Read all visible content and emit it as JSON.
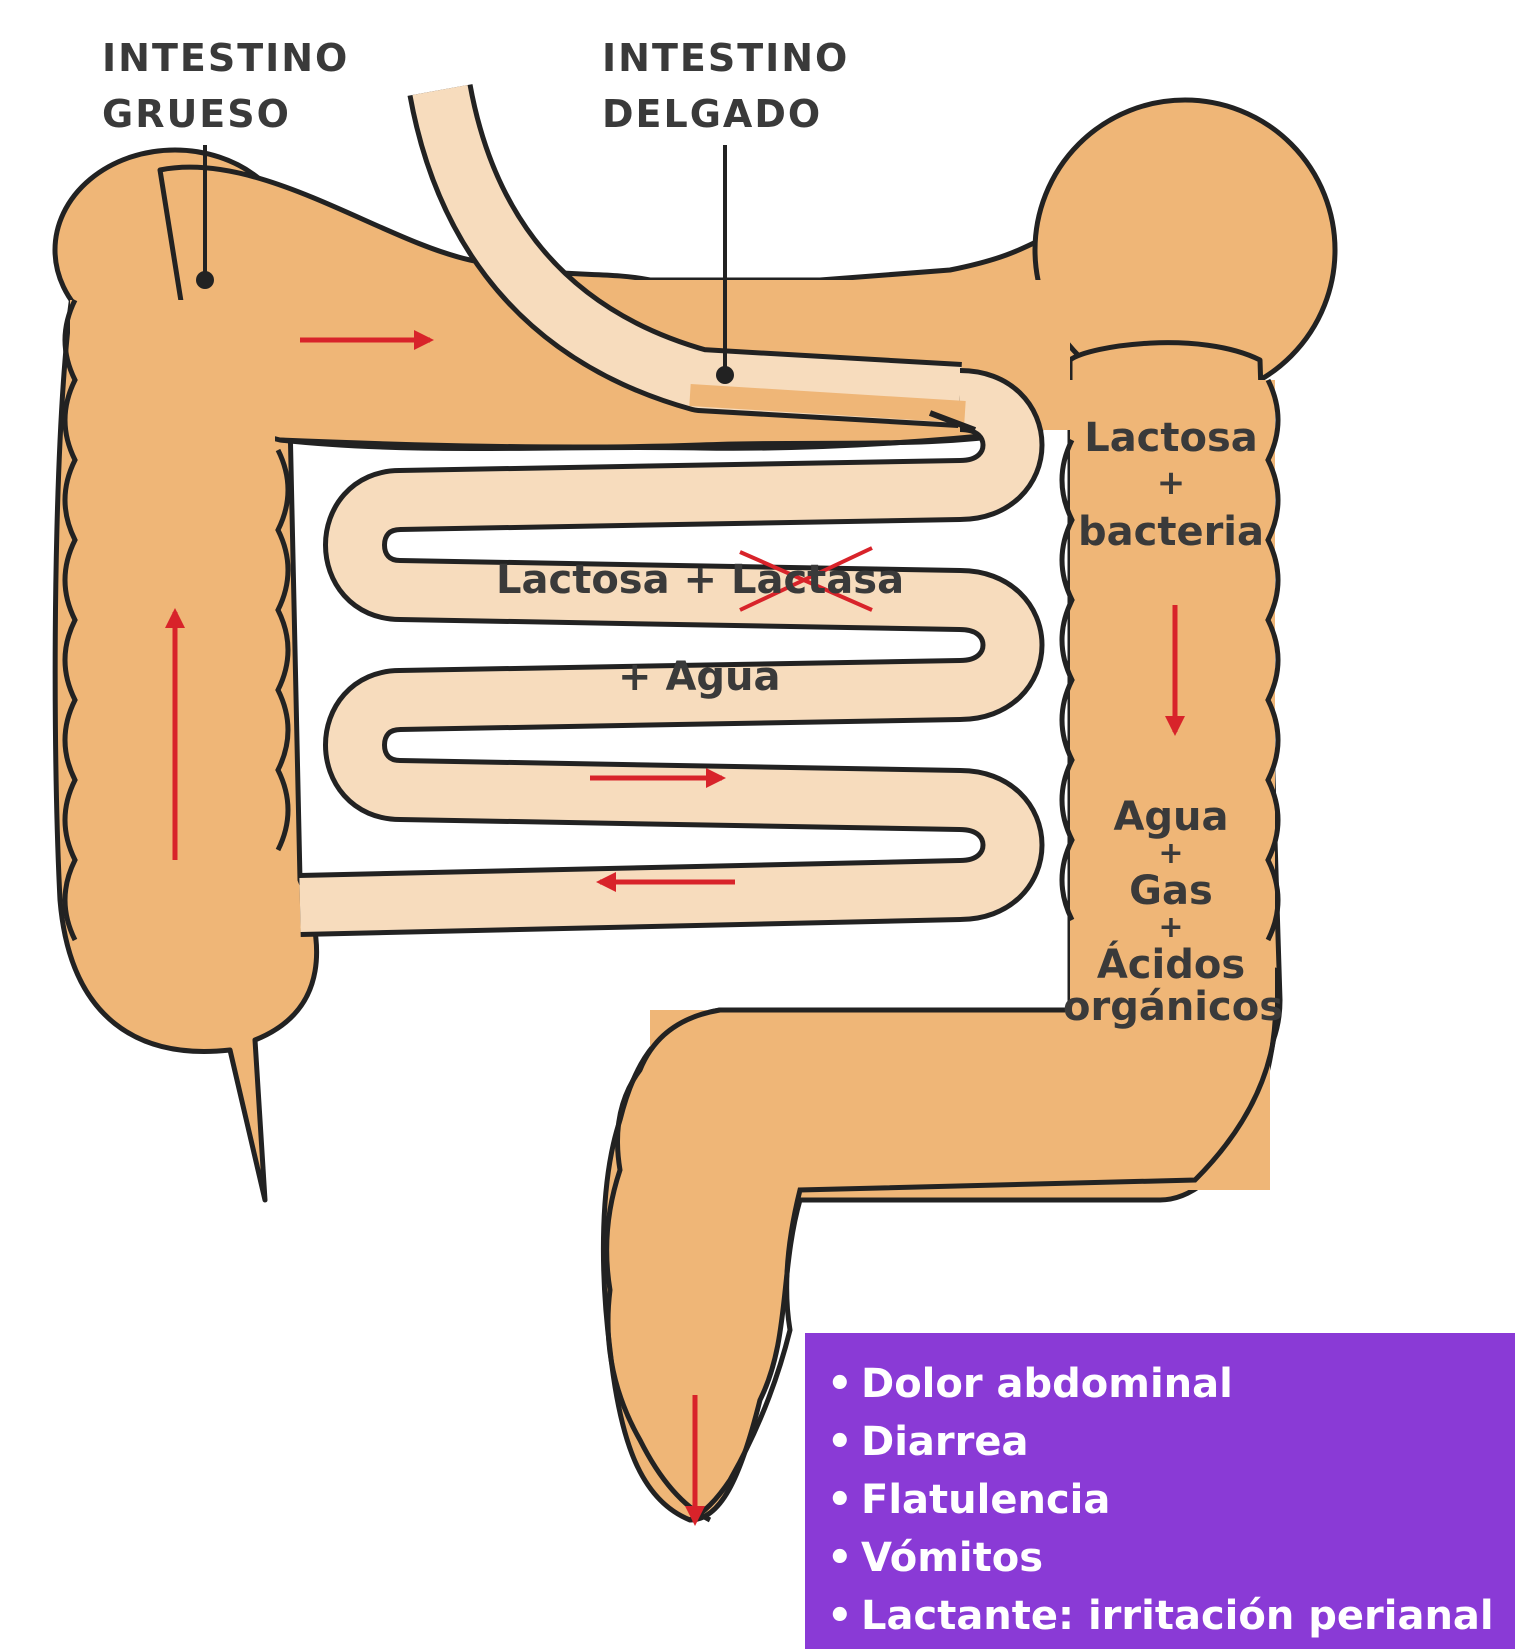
{
  "labels": {
    "large_intestine": [
      "INTESTINO",
      "GRUESO"
    ],
    "small_intestine": [
      "INTESTINO",
      "DELGADO"
    ]
  },
  "small_intestine_text": {
    "line1_prefix": "Lactosa + ",
    "line1_crossed": "Lactasa",
    "line2": "+ Agua"
  },
  "colon_text": {
    "top": [
      "Lactosa",
      "+",
      "bacteria"
    ],
    "bottom": [
      "Agua",
      "+",
      "Gas",
      "+",
      "Ácidos",
      "orgánicos"
    ]
  },
  "symptoms": [
    "Dolor abdominal",
    "Diarrea",
    "Flatulencia",
    "Vómitos",
    "Lactante: irritación perianal"
  ],
  "colors": {
    "large_intestine_fill": "#efb677",
    "small_intestine_fill": "#f7dcbd",
    "outline": "#222222",
    "arrow": "#d8232a",
    "symptom_box": "#8a3ad6",
    "text": "#3a3a3a"
  }
}
